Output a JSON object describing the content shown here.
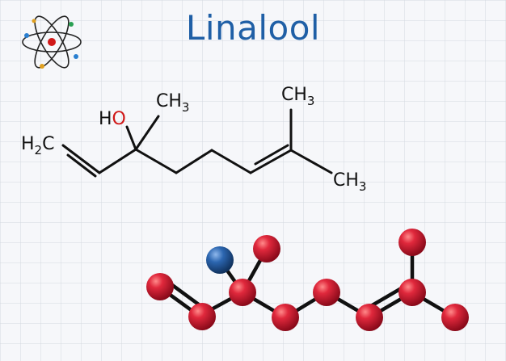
{
  "title": "Linalool",
  "formula_labels": {
    "h2c_main": "H",
    "h2c_sub": "2",
    "h2c_end": "C",
    "ho_h": "H",
    "ho_o": "O",
    "ch3_main": "CH",
    "ch3_sub": "3"
  },
  "colors": {
    "title": "#1f5fa6",
    "oxygen_label": "#d01818",
    "carbon_ball": "#c8102e",
    "oxygen_ball": "#1e5a9e",
    "bond": "#111111",
    "grid": "#d4d8e0"
  },
  "icon": "atom-icon"
}
